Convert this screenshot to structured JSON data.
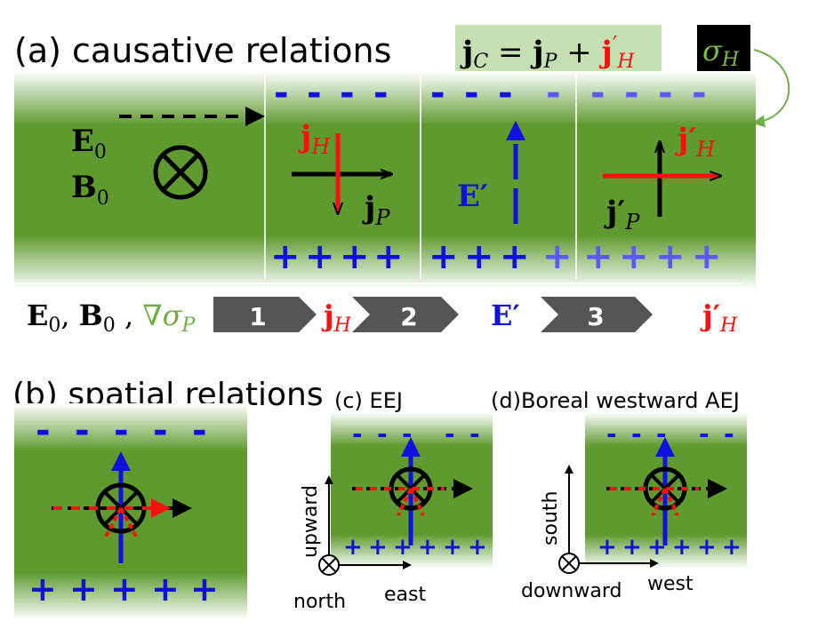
{
  "panel_a": {
    "title": "(a) causative relations",
    "equation": {
      "jc": "j",
      "jc_sub": "C",
      "eq": " = ",
      "jp": "j",
      "jp_sub": "P",
      "plus": " + ",
      "jh": "j",
      "jh_prime": "′",
      "jh_sub": "H"
    },
    "sigma_h": {
      "sym": "σ",
      "sub": "H"
    },
    "labels": {
      "E0": "E",
      "E0_sub": "0",
      "B0": "B",
      "B0_sub": "0",
      "jH": "j",
      "jH_sub": "H",
      "jP": "j",
      "jP_sub": "P",
      "Eprime": "E′",
      "jHp": "j′",
      "jHp_sub": "H",
      "jPp": "j′",
      "jPp_sub": "P"
    },
    "chain": {
      "start": "E",
      "start_sub0": "0",
      "start_sep": ", ",
      "start_B": "B",
      "start_subB": "0",
      "start_sep2": " , ",
      "grad": "∇σ",
      "grad_sub": "P",
      "steps": [
        "1",
        "2",
        "3"
      ],
      "results": [
        {
          "text": "j",
          "sub": "H"
        },
        {
          "text": "E′",
          "sub": ""
        },
        {
          "text": "j′",
          "sub": "H"
        }
      ]
    },
    "minus_sign": "-",
    "plus_sign": "+"
  },
  "panel_b": {
    "title": "(b) spatial relations"
  },
  "panel_c": {
    "title": "(c) EEJ",
    "axis_up": "upward",
    "axis_right": "east",
    "axis_into": "north"
  },
  "panel_d": {
    "title": "(d)Boreal westward AEJ",
    "axis_up": "south",
    "axis_right": "west",
    "axis_into": "downward"
  },
  "colors": {
    "green": "#5e9a2e",
    "blue": "#1010e0",
    "light_blue": "#5a5aff",
    "red": "#ff1010",
    "chevron": "#555555",
    "sigma_green": "#7db843",
    "eq_bg": "#c6e0b4"
  }
}
